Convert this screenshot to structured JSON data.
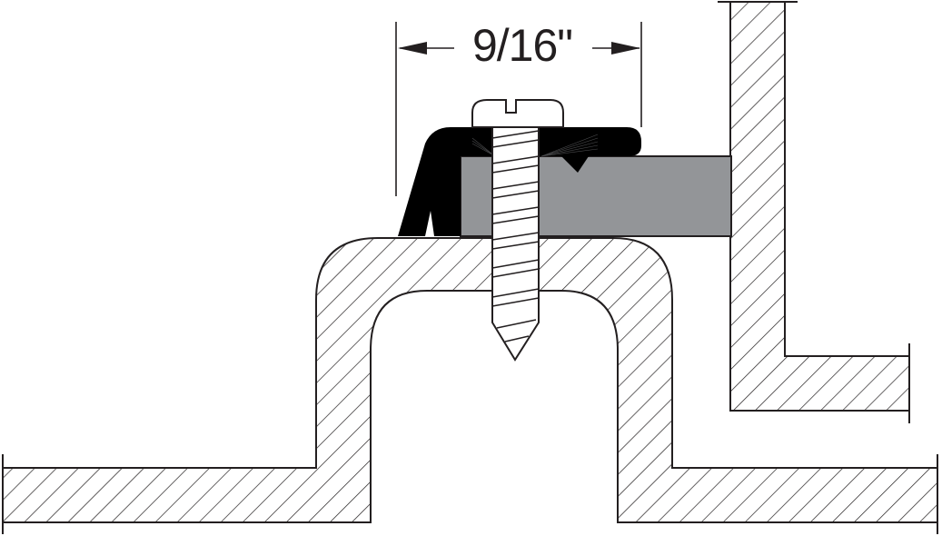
{
  "diagram": {
    "title": "Seal strip with screw fastener on hat-channel cross section",
    "dimension": {
      "label": "9/16\"",
      "description": "Width of seal strip"
    },
    "components": [
      {
        "id": "dimension-callout",
        "label": "9/16\""
      },
      {
        "id": "screw",
        "description": "Slotted pan-head self-tapping screw"
      },
      {
        "id": "seal-strip",
        "description": "Black flexible seal/brush strip"
      },
      {
        "id": "gray-spacer",
        "description": "Gray gasket block"
      },
      {
        "id": "hat-channel",
        "description": "Hatched hat-section channel"
      },
      {
        "id": "l-bracket",
        "description": "Hatched L-shaped wall bracket"
      }
    ],
    "colors": {
      "line": "#231f20",
      "seal": "#000000",
      "gasket": "#939598",
      "background": "#ffffff"
    }
  }
}
